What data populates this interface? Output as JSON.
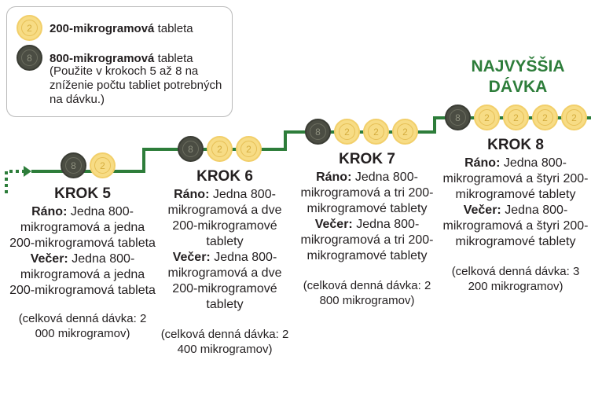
{
  "legend": {
    "tablet_200_number": "2",
    "tablet_200_bold": "200-mikrogramová",
    "tablet_200_rest": " tableta",
    "tablet_800_number": "8",
    "tablet_800_bold": "800-mikrogramová",
    "tablet_800_rest": " tableta",
    "tablet_800_note": "(Použite v krokoch 5 až 8 na zníženie počtu tabliet potrebných na dávku.)"
  },
  "highest_dose_label": "NAJVYŠŠIA DÁVKA",
  "colors": {
    "green": "#2d7d3a",
    "tablet_200": "#f7dc85",
    "tablet_800": "#4b4d43"
  },
  "steps": [
    {
      "title": "KROK 5",
      "morning_label": "Ráno:",
      "morning_text": " Jedna 800-mikrogramová a jedna 200-mikrogramová tableta",
      "evening_label": "Večer:",
      "evening_text": " Jedna 800-mikrogramová a jedna 200-mikrogramová tableta",
      "total": "(celková denná dávka: 2 000 mikrogramov)",
      "tablets": [
        "8",
        "2"
      ]
    },
    {
      "title": "KROK 6",
      "morning_label": "Ráno:",
      "morning_text": " Jedna 800-mikrogramová a dve 200-mikrogramové tablety",
      "evening_label": "Večer:",
      "evening_text": " Jedna 800-mikrogramová a dve 200-mikrogramové tablety",
      "total": "(celková denná dávka: 2 400 mikrogramov)",
      "tablets": [
        "8",
        "2",
        "2"
      ]
    },
    {
      "title": "KROK 7",
      "morning_label": "Ráno:",
      "morning_text": " Jedna 800-mikrogramová a tri 200-mikrogramové tablety",
      "evening_label": "Večer:",
      "evening_text": " Jedna 800-mikrogramová a tri 200-mikrogramové tablety",
      "total": "(celková denná dávka: 2 800 mikrogramov)",
      "tablets": [
        "8",
        "2",
        "2",
        "2"
      ]
    },
    {
      "title": "KROK 8",
      "morning_label": "Ráno:",
      "morning_text": " Jedna 800-mikrogramová a štyri 200-mikrogramové tablety",
      "evening_label": "Večer:",
      "evening_text": " Jedna 800-mikrogramová a štyri 200-mikrogramové tablety",
      "total": "(celková denná dávka: 3 200 mikrogramov)",
      "tablets": [
        "8",
        "2",
        "2",
        "2",
        "2"
      ]
    }
  ]
}
